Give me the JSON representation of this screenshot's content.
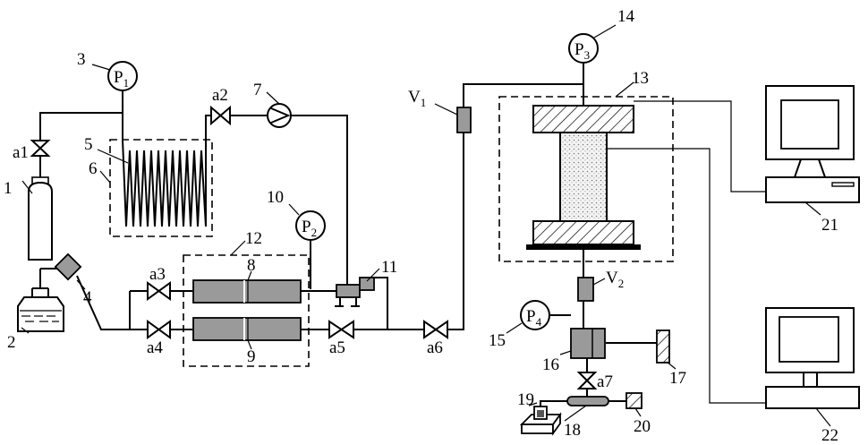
{
  "labels": {
    "n1": "1",
    "n2": "2",
    "n3": "3",
    "n4": "4",
    "n5": "5",
    "n6": "6",
    "n7": "7",
    "n8": "8",
    "n9": "9",
    "n10": "10",
    "n11": "11",
    "n12": "12",
    "n13": "13",
    "n14": "14",
    "n15": "15",
    "n16": "16",
    "n17": "17",
    "n18": "18",
    "n19": "19",
    "n20": "20",
    "n21": "21",
    "n22": "22",
    "a1": "a1",
    "a2": "a2",
    "a3": "a3",
    "a4": "a4",
    "a5": "a5",
    "a6": "a6",
    "a7": "a7"
  },
  "gauges": {
    "p1": {
      "letter": "P",
      "sub": "1"
    },
    "p2": {
      "letter": "P",
      "sub": "2"
    },
    "p3": {
      "letter": "P",
      "sub": "3"
    },
    "p4": {
      "letter": "P",
      "sub": "4"
    }
  },
  "valves": {
    "v1": {
      "letter": "V",
      "sub": "1"
    },
    "v2": {
      "letter": "V",
      "sub": "2"
    }
  },
  "colors": {
    "line": "#000000",
    "component_gray": "#9a9a9a",
    "sample_dots": "#bdbdbd",
    "background": "#ffffff"
  }
}
